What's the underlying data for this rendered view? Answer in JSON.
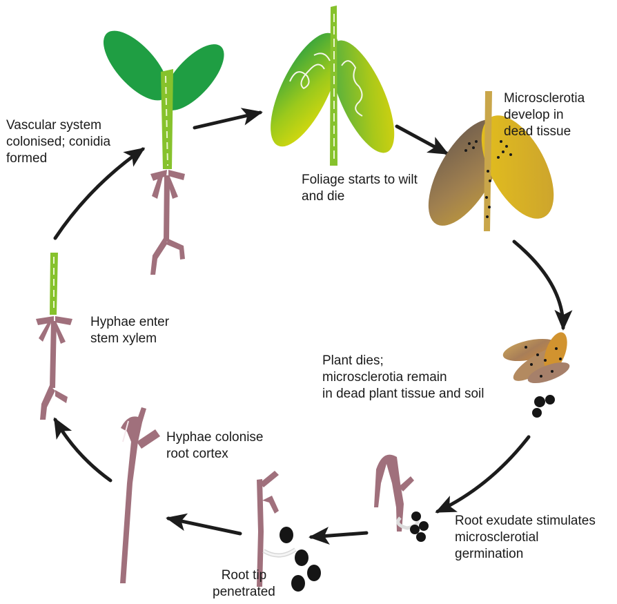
{
  "diagram": {
    "labels": {
      "vascular": "Vascular system\ncolonised; conidia\nformed",
      "foliage": "Foliage starts to wilt\nand die",
      "micro_develop": "Microsclerotia\ndevelop in\ndead tissue",
      "plant_dies": "Plant dies;\nmicrosclerotia remain\nin dead plant tissue and soil",
      "root_exudate": "Root exudate stimulates\nmicrosclerotial\ngermination",
      "root_tip": "Root tip\npenetrated",
      "hyphae_colonise": "Hyphae colonise\nroot cortex",
      "hyphae_enter": "Hyphae enter\nstem xylem"
    },
    "colors": {
      "leaf_green": "#1f9e43",
      "stem_green": "#79bf2a",
      "root_mauve": "#a0707c",
      "wilt_yellow": "#d9d20a",
      "dead_brown": "#8b6a4a",
      "dead_yellow": "#d9b722",
      "sclerotia_black": "#151515",
      "arrow": "#1c1c1c"
    }
  }
}
